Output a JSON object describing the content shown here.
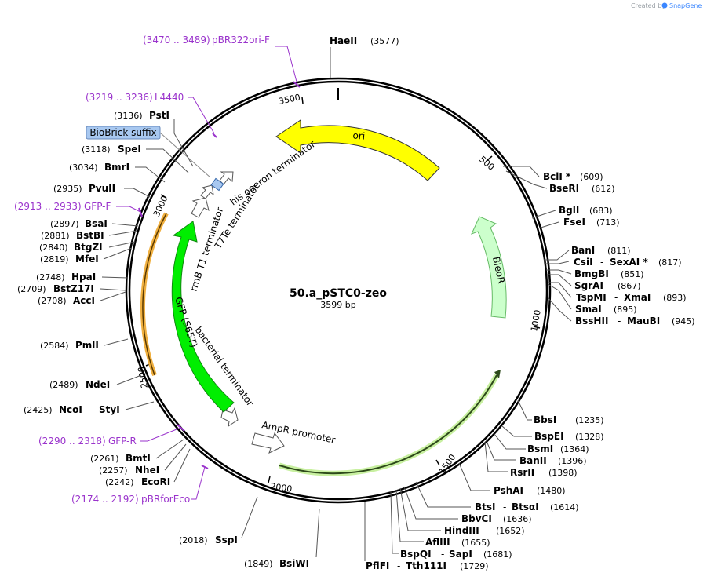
{
  "credit": {
    "created_by": "Created by",
    "brand": "SnapGene"
  },
  "plasmid": {
    "name": "50.a_pSTC0-zeo",
    "length_label": "3599 bp"
  },
  "ruler": [
    "500",
    "1000",
    "1500",
    "2000",
    "2500",
    "3000",
    "3500"
  ],
  "features": [
    {
      "label": "ori",
      "color": "#ffff00"
    },
    {
      "label": "BleoR",
      "color": "#ccffcc"
    },
    {
      "label": "AmpR promoter",
      "color": "#ffffff"
    },
    {
      "label": "bacterial terminator",
      "color": "#ffffff"
    },
    {
      "label": "GFP (S65T)",
      "color": "#00ee00"
    },
    {
      "label": "rrnB T1 terminator",
      "color": "#ffffff"
    },
    {
      "label": "T7Te terminator",
      "color": "#ffffff"
    },
    {
      "label": "his operon terminator",
      "color": "#ffffff"
    },
    {
      "label": "BioBrick suffix",
      "color": "#a8c8f0"
    }
  ],
  "primers": [
    {
      "range": "(3470 .. 3489)",
      "name": "pBR322ori-F"
    },
    {
      "range": "(3219 .. 3236)",
      "name": "L4440"
    },
    {
      "range": "(2913 .. 2933)",
      "name": "GFP-F"
    },
    {
      "range": "(2290 .. 2318)",
      "name": "GFP-R"
    },
    {
      "range": "(2174 .. 2192)",
      "name": "pBRforEco"
    }
  ],
  "sites_right": [
    {
      "name": "BclI *",
      "pos": "(609)"
    },
    {
      "name": "BseRI",
      "pos": "(612)"
    },
    {
      "name": "BglI",
      "pos": "(683)"
    },
    {
      "name": "FseI",
      "pos": "(713)"
    },
    {
      "name": "BanI",
      "pos": "(811)"
    },
    {
      "name": "CsiI",
      "sep": "-",
      "name2": "SexAI *",
      "pos": "(817)"
    },
    {
      "name": "BmgBI",
      "pos": "(851)"
    },
    {
      "name": "SgrAI",
      "pos": "(867)"
    },
    {
      "name": "TspMI",
      "sep": "-",
      "name2": "XmaI",
      "pos": "(893)"
    },
    {
      "name": "SmaI",
      "pos": "(895)"
    },
    {
      "name": "BssHII",
      "sep": "-",
      "name2": "MauBI",
      "pos": "(945)"
    },
    {
      "name": "BbsI",
      "pos": "(1235)"
    },
    {
      "name": "BspEI",
      "pos": "(1328)"
    },
    {
      "name": "BsmI",
      "pos": "(1364)"
    },
    {
      "name": "BanII",
      "pos": "(1396)"
    },
    {
      "name": "RsrII",
      "pos": "(1398)"
    },
    {
      "name": "PshAI",
      "pos": "(1480)"
    },
    {
      "name": "BtsI",
      "sep": "-",
      "name2": "BtsαI",
      "pos": "(1614)"
    },
    {
      "name": "BbvCI",
      "pos": "(1636)"
    },
    {
      "name": "HindIII",
      "pos": "(1652)"
    },
    {
      "name": "AflIII",
      "pos": "(1655)"
    },
    {
      "name": "BspQI",
      "sep": "-",
      "name2": "SapI",
      "pos": "(1681)"
    },
    {
      "name": "PflFI",
      "sep": "-",
      "name2": "Tth111I",
      "pos": "(1729)"
    }
  ],
  "sites_left": [
    {
      "name": "HaeII",
      "pos": "(3577)"
    },
    {
      "name": "PstI",
      "pos": "(3136)"
    },
    {
      "name": "SpeI",
      "pos": "(3118)"
    },
    {
      "name": "BmrI",
      "pos": "(3034)"
    },
    {
      "name": "PvuII",
      "pos": "(2935)"
    },
    {
      "name": "BsaI",
      "pos": "(2897)"
    },
    {
      "name": "BstBI",
      "pos": "(2881)"
    },
    {
      "name": "BtgZI",
      "pos": "(2840)"
    },
    {
      "name": "MfeI",
      "pos": "(2819)"
    },
    {
      "name": "HpaI",
      "pos": "(2748)"
    },
    {
      "name": "BstZ17I",
      "pos": "(2709)"
    },
    {
      "name": "AccI",
      "pos": "(2708)"
    },
    {
      "name": "PmlI",
      "pos": "(2584)"
    },
    {
      "name": "NdeI",
      "pos": "(2489)"
    },
    {
      "name": "NcoI",
      "sep": "-",
      "name2": "StyI",
      "pos": "(2425)"
    },
    {
      "name": "BmtI",
      "pos": "(2261)"
    },
    {
      "name": "NheI",
      "pos": "(2257)"
    },
    {
      "name": "EcoRI",
      "pos": "(2242)"
    },
    {
      "name": "SspI",
      "pos": "(2018)"
    },
    {
      "name": "BsiWI",
      "pos": "(1849)"
    }
  ]
}
